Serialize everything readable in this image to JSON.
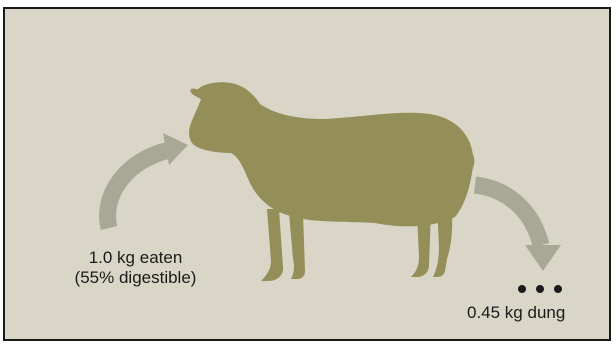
{
  "intake": {
    "line1": "1.0 kg eaten",
    "line2": "(55% digestible)"
  },
  "output": {
    "label": "0.45 kg dung"
  },
  "colors": {
    "background": "#d9d6c8",
    "sheep": "#948f58",
    "arrow": "#a9a795",
    "dung": "#1a1a1a",
    "border": "#1a1a1a"
  }
}
